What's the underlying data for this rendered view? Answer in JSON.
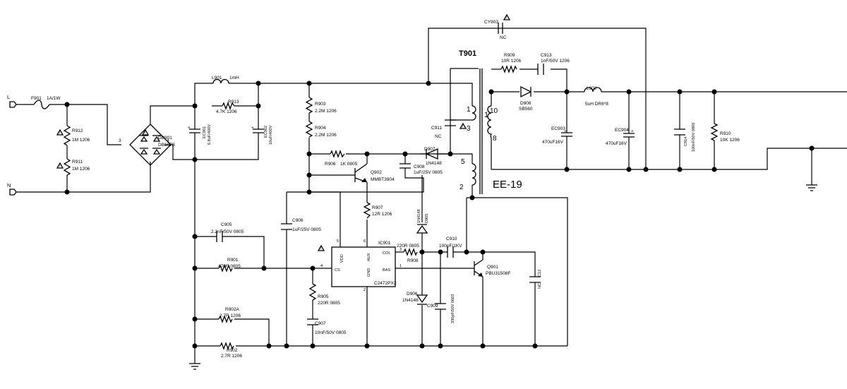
{
  "schematic": {
    "nets": {
      "line": "L",
      "neutral": "N"
    },
    "transformer": {
      "ref": "T901",
      "core": "EE-19",
      "pins": {
        "p1": "1",
        "p3": "3",
        "p5": "5",
        "p2": "2",
        "p10": "10",
        "p8": "8",
        "sec1": "1"
      }
    },
    "components": {
      "f901": {
        "ref": "F901",
        "value": "1A/1W"
      },
      "r912": {
        "ref": "R912",
        "value": "1M 1206"
      },
      "r911": {
        "ref": "R911",
        "value": "1M 1206"
      },
      "db901": {
        "ref": "DB901",
        "value": "DB107S"
      },
      "l901": {
        "ref": "L901",
        "value": "1mH"
      },
      "r913": {
        "ref": "R913",
        "value": "4.7K 1206"
      },
      "ec901": {
        "ref": "EC901",
        "value": "6.8uF/400V"
      },
      "ec902": {
        "ref": "EC902",
        "value": "10uF/400V"
      },
      "r903": {
        "ref": "R903",
        "value": "2.2M 1206"
      },
      "r904": {
        "ref": "R904",
        "value": "2.2M 1206"
      },
      "r906": {
        "ref": "R906",
        "value": "1K 0805"
      },
      "q902": {
        "ref": "Q902",
        "value": "MMBT3904"
      },
      "r907": {
        "ref": "R907",
        "value": "12R 1206"
      },
      "c906": {
        "ref": "C906",
        "value": "1uF/25V 0805"
      },
      "c905": {
        "ref": "C905",
        "value": "2.2nF/50V 0805"
      },
      "r901": {
        "ref": "R901",
        "value": "470R 0805"
      },
      "r902a": {
        "ref": "R902A",
        "value": "2.7R 1206"
      },
      "r902": {
        "ref": "R902",
        "value": "2.7R 1206"
      },
      "r905": {
        "ref": "R905",
        "value": "220R 0805"
      },
      "c907": {
        "ref": "C907",
        "value": "10nF/50V 0805"
      },
      "ic901": {
        "ref": "IC901",
        "value": "C2472PX2"
      },
      "r908": {
        "ref": "R908",
        "value": "220R 0805"
      },
      "d905": {
        "ref": "D905",
        "value": "1N4148"
      },
      "d906": {
        "ref": "D906",
        "value": "1N4148"
      },
      "c909": {
        "ref": "C909",
        "value": "330pF/50V 0603"
      },
      "c910": {
        "ref": "C910",
        "value": "100pF/1KV"
      },
      "q901": {
        "ref": "Q901",
        "value": "PBU31508F"
      },
      "c12": {
        "ref": "C12",
        "value": "NC"
      },
      "c911": {
        "ref": "C911",
        "value": "NC"
      },
      "d907": {
        "ref": "D907",
        "value": "1N4148"
      },
      "c908": {
        "ref": "C908",
        "value": "1uF/25V 0805"
      },
      "cy903": {
        "ref": "CY903",
        "value": "NC"
      },
      "r909": {
        "ref": "R909",
        "value": "10R 1206"
      },
      "c913": {
        "ref": "C913",
        "value": "1nF/50V 1206"
      },
      "d908": {
        "ref": "D908",
        "value": "SB560"
      },
      "ec903": {
        "ref": "EC903",
        "value": "470uF16V"
      },
      "l902": {
        "ref": "L902",
        "value": "5uH DR6*8"
      },
      "ec904": {
        "ref": "EC904",
        "value": "470uF16V"
      },
      "c914": {
        "ref": "C914",
        "value": "100nF/50V 0805"
      },
      "r910": {
        "ref": "R910",
        "value": "10K 1206"
      }
    },
    "ic_pins": {
      "vdd": "VDD",
      "aux": "AUX",
      "col": "COL",
      "cs": "CS",
      "gnd": "GND",
      "bas": "BAS",
      "n5": "5",
      "n6": "6",
      "n3": "3",
      "n4": "4",
      "n1": "1",
      "n2": "2"
    },
    "polarity_mark": "+",
    "warning_mark": "!"
  }
}
